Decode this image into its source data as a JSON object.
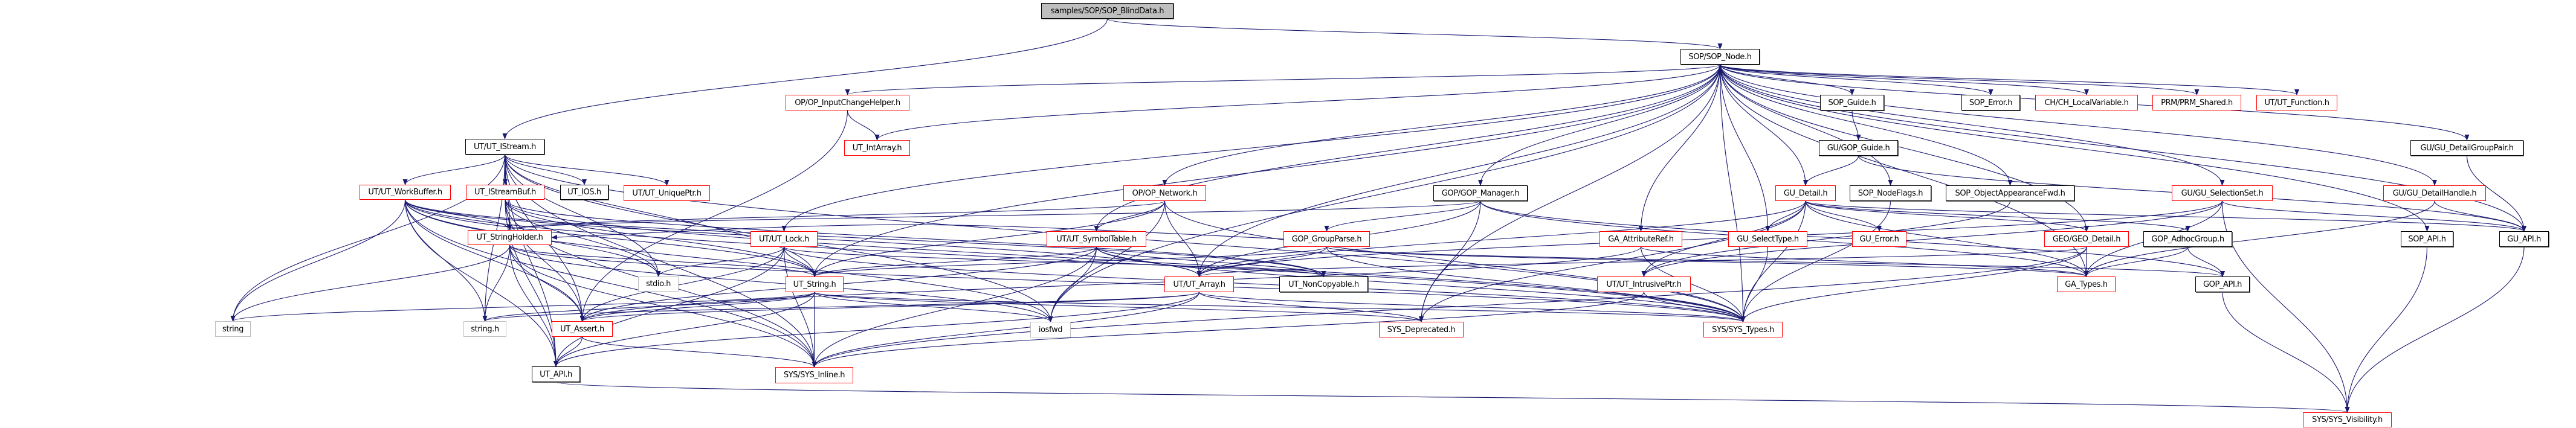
{
  "title": "samples/SOP/SOP_BlindData.h",
  "colors": {
    "edge": "#191970",
    "truncated_border": "#ff0000",
    "documented_border": "#000000",
    "system_border": "#bfbfbf",
    "root_fill": "#bfbfbf"
  },
  "nodes": [
    {
      "id": "root",
      "label": "samples/SOP/SOP_BlindData.h",
      "style": "root"
    },
    {
      "id": "sop_node",
      "label": "SOP/SOP_Node.h",
      "style": "black"
    },
    {
      "id": "op_ich",
      "label": "OP/OP_InputChangeHelper.h",
      "style": "red"
    },
    {
      "id": "sop_guide",
      "label": "SOP_Guide.h",
      "style": "black"
    },
    {
      "id": "sop_error",
      "label": "SOP_Error.h",
      "style": "black"
    },
    {
      "id": "ch_lv",
      "label": "CH/CH_LocalVariable.h",
      "style": "red"
    },
    {
      "id": "prm_shared",
      "label": "PRM/PRM_Shared.h",
      "style": "red"
    },
    {
      "id": "ut_function",
      "label": "UT/UT_Function.h",
      "style": "red"
    },
    {
      "id": "ut_istream",
      "label": "UT/UT_IStream.h",
      "style": "black"
    },
    {
      "id": "ut_intarray",
      "label": "UT_IntArray.h",
      "style": "red"
    },
    {
      "id": "gop_guide",
      "label": "GU/GOP_Guide.h",
      "style": "black"
    },
    {
      "id": "gu_dgp",
      "label": "GU/GU_DetailGroupPair.h",
      "style": "black"
    },
    {
      "id": "ut_workbuffer",
      "label": "UT/UT_WorkBuffer.h",
      "style": "red"
    },
    {
      "id": "ut_istreambuf",
      "label": "UT_IStreamBuf.h",
      "style": "red"
    },
    {
      "id": "ut_ios",
      "label": "UT_IOS.h",
      "style": "black"
    },
    {
      "id": "ut_uniqueptr",
      "label": "UT/UT_UniquePtr.h",
      "style": "red"
    },
    {
      "id": "op_network",
      "label": "OP/OP_Network.h",
      "style": "red"
    },
    {
      "id": "gop_manager",
      "label": "GOP/GOP_Manager.h",
      "style": "black"
    },
    {
      "id": "gu_detail",
      "label": "GU_Detail.h",
      "style": "red"
    },
    {
      "id": "sop_nodeflags",
      "label": "SOP_NodeFlags.h",
      "style": "black"
    },
    {
      "id": "sop_oaf",
      "label": "SOP_ObjectAppearanceFwd.h",
      "style": "black"
    },
    {
      "id": "gu_selset",
      "label": "GU/GU_SelectionSet.h",
      "style": "red"
    },
    {
      "id": "gu_dhandle",
      "label": "GU/GU_DetailHandle.h",
      "style": "red"
    },
    {
      "id": "ut_stringholder",
      "label": "UT_StringHolder.h",
      "style": "red"
    },
    {
      "id": "ut_lock",
      "label": "UT/UT_Lock.h",
      "style": "red"
    },
    {
      "id": "ut_symtab",
      "label": "UT/UT_SymbolTable.h",
      "style": "red"
    },
    {
      "id": "gop_groupparse",
      "label": "GOP_GroupParse.h",
      "style": "red"
    },
    {
      "id": "ga_attrref",
      "label": "GA_AttributeRef.h",
      "style": "red"
    },
    {
      "id": "gu_seltype",
      "label": "GU_SelectType.h",
      "style": "red"
    },
    {
      "id": "gu_error",
      "label": "GU_Error.h",
      "style": "red"
    },
    {
      "id": "geo_detail",
      "label": "GEO/GEO_Detail.h",
      "style": "red"
    },
    {
      "id": "gop_adhoc",
      "label": "GOP_AdhocGroup.h",
      "style": "black"
    },
    {
      "id": "sop_api",
      "label": "SOP_API.h",
      "style": "black"
    },
    {
      "id": "gu_api",
      "label": "GU_API.h",
      "style": "black"
    },
    {
      "id": "stdio",
      "label": "stdio.h",
      "style": "gray"
    },
    {
      "id": "ut_string",
      "label": "UT_String.h",
      "style": "red"
    },
    {
      "id": "ut_array",
      "label": "UT/UT_Array.h",
      "style": "red"
    },
    {
      "id": "ut_noncopy",
      "label": "UT_NonCopyable.h",
      "style": "black"
    },
    {
      "id": "ut_intrusive",
      "label": "UT/UT_IntrusivePtr.h",
      "style": "red"
    },
    {
      "id": "ga_types",
      "label": "GA_Types.h",
      "style": "red"
    },
    {
      "id": "gop_api",
      "label": "GOP_API.h",
      "style": "black"
    },
    {
      "id": "string",
      "label": "string",
      "style": "gray"
    },
    {
      "id": "string_h",
      "label": "string.h",
      "style": "gray"
    },
    {
      "id": "ut_assert",
      "label": "UT_Assert.h",
      "style": "red"
    },
    {
      "id": "iosfwd",
      "label": "iosfwd",
      "style": "gray"
    },
    {
      "id": "sys_deprecated",
      "label": "SYS_Deprecated.h",
      "style": "red"
    },
    {
      "id": "sys_types",
      "label": "SYS/SYS_Types.h",
      "style": "red"
    },
    {
      "id": "ut_api",
      "label": "UT_API.h",
      "style": "black"
    },
    {
      "id": "sys_inline",
      "label": "SYS/SYS_Inline.h",
      "style": "red"
    },
    {
      "id": "sys_visibility",
      "label": "SYS/SYS_Visibility.h",
      "style": "red"
    }
  ],
  "edges": [
    [
      "root",
      "sop_node"
    ],
    [
      "root",
      "ut_istream"
    ],
    [
      "sop_node",
      "op_ich"
    ],
    [
      "sop_node",
      "ut_intarray"
    ],
    [
      "sop_node",
      "op_network"
    ],
    [
      "sop_node",
      "ut_lock"
    ],
    [
      "sop_node",
      "ut_string"
    ],
    [
      "sop_node",
      "gop_manager"
    ],
    [
      "sop_node",
      "ga_attrref"
    ],
    [
      "sop_node",
      "gu_seltype"
    ],
    [
      "sop_node",
      "gu_detail"
    ],
    [
      "sop_node",
      "sop_guide"
    ],
    [
      "sop_node",
      "sop_error"
    ],
    [
      "sop_node",
      "ch_lv"
    ],
    [
      "sop_node",
      "prm_shared"
    ],
    [
      "sop_node",
      "ut_function"
    ],
    [
      "sop_node",
      "sop_nodeflags"
    ],
    [
      "sop_node",
      "sop_oaf"
    ],
    [
      "sop_node",
      "gu_selset"
    ],
    [
      "sop_node",
      "gu_dhandle"
    ],
    [
      "sop_node",
      "gu_dgp"
    ],
    [
      "sop_node",
      "sop_api"
    ],
    [
      "sop_node",
      "gu_api"
    ],
    [
      "sop_node",
      "ga_types"
    ],
    [
      "sop_node",
      "geo_detail"
    ],
    [
      "sop_node",
      "sys_deprecated"
    ],
    [
      "sop_node",
      "ut_array"
    ],
    [
      "sop_node",
      "ut_symtab"
    ],
    [
      "sop_node",
      "iosfwd"
    ],
    [
      "sop_node",
      "sys_types"
    ],
    [
      "op_ich",
      "ut_intarray"
    ],
    [
      "op_ich",
      "ut_assert"
    ],
    [
      "ut_istream",
      "ut_workbuffer"
    ],
    [
      "ut_istream",
      "ut_istreambuf"
    ],
    [
      "ut_istream",
      "ut_ios"
    ],
    [
      "ut_istream",
      "ut_uniqueptr"
    ],
    [
      "ut_istream",
      "ut_stringholder"
    ],
    [
      "ut_istream",
      "string"
    ],
    [
      "ut_istream",
      "string_h"
    ],
    [
      "ut_istream",
      "ut_assert"
    ],
    [
      "ut_istream",
      "ut_api"
    ],
    [
      "ut_istream",
      "stdio"
    ],
    [
      "ut_istream",
      "sys_types"
    ],
    [
      "ut_istream",
      "sys_inline"
    ],
    [
      "ut_istream",
      "iosfwd"
    ],
    [
      "ut_istream",
      "ut_string"
    ],
    [
      "ut_workbuffer",
      "ut_stringholder"
    ],
    [
      "ut_workbuffer",
      "string"
    ],
    [
      "ut_workbuffer",
      "string_h"
    ],
    [
      "ut_workbuffer",
      "ut_assert"
    ],
    [
      "ut_workbuffer",
      "ut_api"
    ],
    [
      "ut_workbuffer",
      "stdio"
    ],
    [
      "ut_workbuffer",
      "ut_string"
    ],
    [
      "ut_workbuffer",
      "sys_types"
    ],
    [
      "ut_workbuffer",
      "sys_inline"
    ],
    [
      "ut_workbuffer",
      "ut_array"
    ],
    [
      "ut_workbuffer",
      "iosfwd"
    ],
    [
      "ut_workbuffer",
      "ut_noncopy"
    ],
    [
      "ut_istreambuf",
      "ut_stringholder"
    ],
    [
      "ut_istreambuf",
      "stdio"
    ],
    [
      "ut_istreambuf",
      "ut_assert"
    ],
    [
      "ut_istreambuf",
      "ut_api"
    ],
    [
      "ut_istreambuf",
      "sys_types"
    ],
    [
      "ut_istreambuf",
      "sys_inline"
    ],
    [
      "ut_istreambuf",
      "ut_noncopy"
    ],
    [
      "ut_istreambuf",
      "ut_string"
    ],
    [
      "ut_stringholder",
      "string"
    ],
    [
      "ut_stringholder",
      "string_h"
    ],
    [
      "ut_stringholder",
      "ut_assert"
    ],
    [
      "ut_stringholder",
      "ut_api"
    ],
    [
      "ut_stringholder",
      "ut_string"
    ],
    [
      "ut_stringholder",
      "sys_types"
    ],
    [
      "ut_stringholder",
      "sys_inline"
    ],
    [
      "ut_stringholder",
      "iosfwd"
    ],
    [
      "ut_lock",
      "stdio"
    ],
    [
      "ut_lock",
      "ut_string"
    ],
    [
      "ut_lock",
      "ut_assert"
    ],
    [
      "ut_lock",
      "ut_api"
    ],
    [
      "ut_lock",
      "sys_inline"
    ],
    [
      "ut_lock",
      "ut_noncopy"
    ],
    [
      "ut_lock",
      "sys_types"
    ],
    [
      "ut_string",
      "string"
    ],
    [
      "ut_string",
      "string_h"
    ],
    [
      "ut_string",
      "ut_assert"
    ],
    [
      "ut_string",
      "ut_api"
    ],
    [
      "ut_string",
      "sys_inline"
    ],
    [
      "ut_string",
      "sys_types"
    ],
    [
      "ut_string",
      "iosfwd"
    ],
    [
      "ut_string",
      "sys_deprecated"
    ],
    [
      "ut_array",
      "ut_assert"
    ],
    [
      "ut_array",
      "ut_api"
    ],
    [
      "ut_array",
      "sys_inline"
    ],
    [
      "ut_array",
      "sys_types"
    ],
    [
      "ut_array",
      "string_h"
    ],
    [
      "ut_array",
      "sys_deprecated"
    ],
    [
      "op_network",
      "ut_symtab"
    ],
    [
      "op_network",
      "ut_array"
    ],
    [
      "op_network",
      "ut_string"
    ],
    [
      "op_network",
      "iosfwd"
    ],
    [
      "op_network",
      "sys_types"
    ],
    [
      "op_network",
      "ut_stringholder"
    ],
    [
      "ut_symtab",
      "ut_string"
    ],
    [
      "ut_symtab",
      "ut_noncopy"
    ],
    [
      "ut_symtab",
      "iosfwd"
    ],
    [
      "ut_symtab",
      "sys_inline"
    ],
    [
      "ut_symtab",
      "ut_array"
    ],
    [
      "ut_symtab",
      "sys_types"
    ],
    [
      "ut_symtab",
      "ut_assert"
    ],
    [
      "gop_manager",
      "gop_groupparse"
    ],
    [
      "gop_manager",
      "ut_array"
    ],
    [
      "gop_manager",
      "sys_deprecated"
    ],
    [
      "gop_manager",
      "gop_api"
    ],
    [
      "gop_manager",
      "ga_types"
    ],
    [
      "gop_manager",
      "ut_stringholder"
    ],
    [
      "gop_groupparse",
      "ut_string"
    ],
    [
      "gop_groupparse",
      "ut_array"
    ],
    [
      "gop_groupparse",
      "sys_types"
    ],
    [
      "gop_groupparse",
      "ga_types"
    ],
    [
      "gop_groupparse",
      "gop_api"
    ],
    [
      "gop_groupparse",
      "ut_stringholder"
    ],
    [
      "ga_attrref",
      "ga_types"
    ],
    [
      "ga_attrref",
      "sys_types"
    ],
    [
      "ga_attrref",
      "ut_assert"
    ],
    [
      "gu_detail",
      "gu_seltype"
    ],
    [
      "gu_detail",
      "gu_error"
    ],
    [
      "gu_detail",
      "geo_detail"
    ],
    [
      "gu_detail",
      "ga_types"
    ],
    [
      "gu_detail",
      "gu_api"
    ],
    [
      "gu_detail",
      "ut_array"
    ],
    [
      "gu_detail",
      "sys_deprecated"
    ],
    [
      "gu_detail",
      "sys_types"
    ],
    [
      "gu_detail",
      "ut_intrusive"
    ],
    [
      "gu_detail",
      "gop_adhoc"
    ],
    [
      "ut_intrusive",
      "sys_types"
    ],
    [
      "ut_intrusive",
      "sys_inline"
    ],
    [
      "geo_detail",
      "ga_types"
    ],
    [
      "geo_detail",
      "sys_types"
    ],
    [
      "geo_detail",
      "ut_array"
    ],
    [
      "geo_detail",
      "sys_inline"
    ],
    [
      "gop_adhoc",
      "gop_api"
    ],
    [
      "gop_adhoc",
      "ga_types"
    ],
    [
      "gop_guide",
      "gu_detail"
    ],
    [
      "gop_guide",
      "gu_api"
    ],
    [
      "sop_guide",
      "gop_guide"
    ],
    [
      "sop_nodeflags",
      "sys_types"
    ],
    [
      "sop_oaf",
      "ut_intrusive"
    ],
    [
      "gu_selset",
      "ga_types"
    ],
    [
      "gu_selset",
      "gu_api"
    ],
    [
      "gu_selset",
      "ut_intrusive"
    ],
    [
      "gu_selset",
      "ut_array"
    ],
    [
      "gu_selset",
      "sys_visibility"
    ],
    [
      "gu_dhandle",
      "gu_api"
    ],
    [
      "gu_dhandle",
      "ga_types"
    ],
    [
      "gu_dgp",
      "gu_api"
    ],
    [
      "sop_api",
      "sys_visibility"
    ],
    [
      "gu_api",
      "sys_visibility"
    ],
    [
      "gop_api",
      "sys_visibility"
    ],
    [
      "ut_api",
      "sys_visibility"
    ],
    [
      "ut_assert",
      "ut_api"
    ],
    [
      "ut_assert",
      "sys_inline"
    ],
    [
      "gu_seltype",
      "sys_types"
    ]
  ]
}
